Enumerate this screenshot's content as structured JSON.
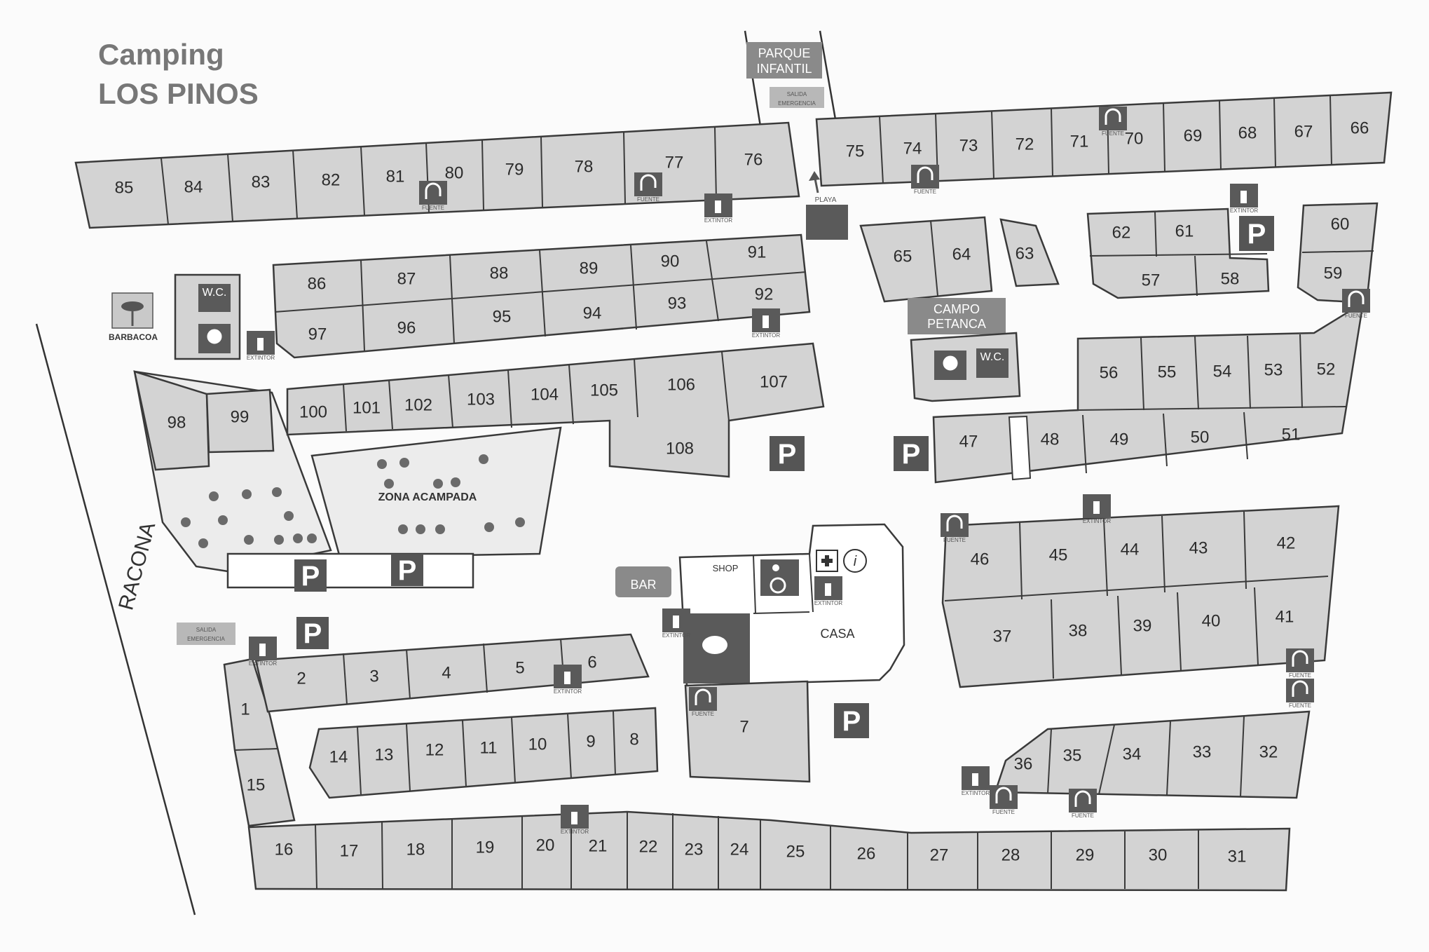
{
  "title": {
    "line1": "Camping",
    "line2": "LOS PINOS"
  },
  "road_label": "RACONA",
  "labels": {
    "parque_infantil_1": "PARQUE",
    "parque_infantil_2": "INFANTIL",
    "salida_emergencia_1": "SALIDA",
    "salida_emergencia_2": "EMERGENCIA",
    "zona_acampada": "ZONA ACAMPADA",
    "campo_petanca_1": "CAMPO",
    "campo_petanca_2": "PETANCA",
    "barbacoa": "BARBACOA",
    "bar": "BAR",
    "shop": "SHOP",
    "casa": "CASA",
    "wc": "W.C.",
    "playa": "PLAYA",
    "info": "i",
    "parking": "P",
    "extintor": "EXTINTOR",
    "fuente": "FUENTE"
  },
  "plots": [
    "1",
    "2",
    "3",
    "4",
    "5",
    "6",
    "7",
    "8",
    "9",
    "10",
    "11",
    "12",
    "13",
    "14",
    "15",
    "16",
    "17",
    "18",
    "19",
    "20",
    "21",
    "22",
    "23",
    "24",
    "25",
    "26",
    "27",
    "28",
    "29",
    "30",
    "31",
    "32",
    "33",
    "34",
    "35",
    "36",
    "37",
    "38",
    "39",
    "40",
    "41",
    "42",
    "43",
    "44",
    "45",
    "46",
    "47",
    "48",
    "49",
    "50",
    "51",
    "52",
    "53",
    "54",
    "55",
    "56",
    "57",
    "58",
    "59",
    "60",
    "61",
    "62",
    "63",
    "64",
    "65",
    "66",
    "67",
    "68",
    "69",
    "70",
    "71",
    "72",
    "73",
    "74",
    "75",
    "76",
    "77",
    "78",
    "79",
    "80",
    "81",
    "82",
    "83",
    "84",
    "85",
    "86",
    "87",
    "88",
    "89",
    "90",
    "91",
    "92",
    "93",
    "94",
    "95",
    "96",
    "97",
    "98",
    "99",
    "100",
    "101",
    "102",
    "103",
    "104",
    "105",
    "106",
    "107",
    "108"
  ],
  "colors": {
    "plot_fill": "#d3d3d3",
    "outline": "#3a3a3a",
    "icon": "#5a5a5a",
    "parking": "#555555",
    "title": "#777777"
  }
}
